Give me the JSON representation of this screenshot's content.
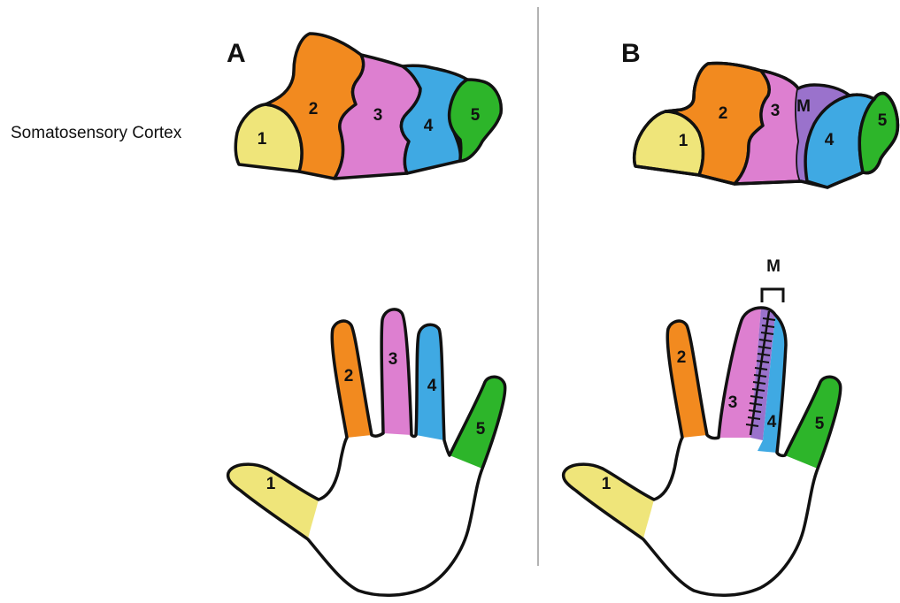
{
  "panels": {
    "a": {
      "label": "A",
      "cortex_caption": "Somatosensory Cortex",
      "cortex_regions": [
        "1",
        "2",
        "3",
        "4",
        "5"
      ],
      "fingers": [
        "1",
        "2",
        "3",
        "4",
        "5"
      ]
    },
    "b": {
      "label": "B",
      "cortex_regions": [
        "1",
        "2",
        "3",
        "M",
        "4",
        "5"
      ],
      "fingers": [
        "1",
        "2",
        "3",
        "4",
        "5"
      ],
      "merge_label": "M"
    }
  },
  "colors": {
    "d1": "#efe57a",
    "d2": "#f28a1f",
    "d3": "#dd7fd0",
    "d4": "#3fa9e3",
    "d5": "#2db52a",
    "merged": "#9a72cc",
    "divider": "#999999"
  }
}
